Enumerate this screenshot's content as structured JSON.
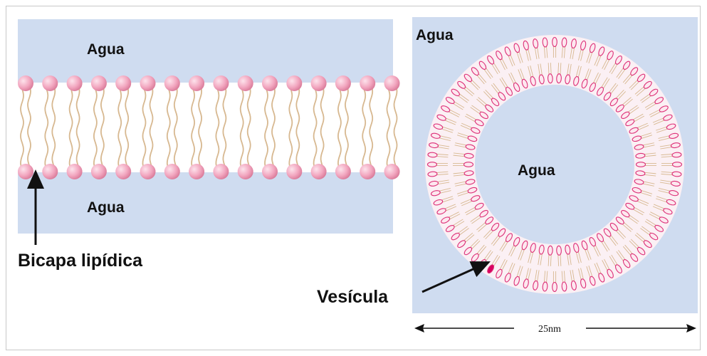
{
  "bilayer_panel": {
    "water_top": "Agua",
    "water_bottom": "Agua",
    "label": "Bicapa lipídica"
  },
  "vesicle_panel": {
    "water_outer": "Agua",
    "water_inner": "Agua",
    "label": "Vesícula",
    "scale": "25nm"
  },
  "colors": {
    "water": "#cfdcf0",
    "head": "#f2a6bf",
    "tail": "#d7b890",
    "vesicle_head_stroke": "#dd2f78",
    "highlight": "#d8005f"
  }
}
